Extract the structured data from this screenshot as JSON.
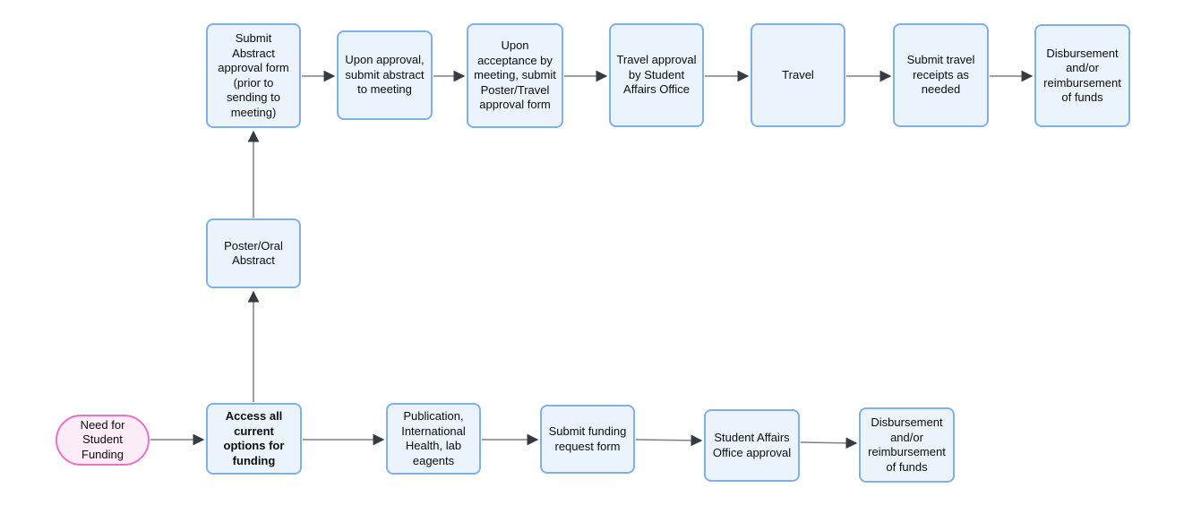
{
  "diagram": {
    "type": "flowchart",
    "colors": {
      "process_fill": "#ebf4fd",
      "process_border": "#7fb1e8",
      "terminator_fill": "#fcecf8",
      "terminator_border": "#ef6fc7",
      "edge_line": "#808080",
      "edge_arrowhead": "#343b43",
      "text": "#0d0d0d"
    },
    "nodes": {
      "need_funding": {
        "label": "Need for Student Funding",
        "shape": "terminator"
      },
      "access_options": {
        "label": "Access all current options for funding",
        "shape": "process",
        "emphasis": "bold"
      },
      "poster_oral": {
        "label": "Poster/Oral Abstract",
        "shape": "process"
      },
      "submit_abstract_form": {
        "label": "Submit Abstract approval form (prior to sending to meeting)",
        "shape": "process"
      },
      "upon_approval": {
        "label": "Upon approval, submit abstract to meeting",
        "shape": "process"
      },
      "upon_acceptance": {
        "label": "Upon acceptance by meeting, submit Poster/Travel approval form",
        "shape": "process"
      },
      "travel_approval": {
        "label": "Travel approval by Student Affairs Office",
        "shape": "process"
      },
      "travel": {
        "label": "Travel",
        "shape": "process"
      },
      "submit_receipts": {
        "label": "Submit travel receipts as needed",
        "shape": "process"
      },
      "disbursement_top": {
        "label": "Disbursement and/or reimbursement of funds",
        "shape": "process"
      },
      "publication": {
        "label": "Publication, International Health, lab eagents",
        "shape": "process"
      },
      "submit_funding_request": {
        "label": "Submit funding request form",
        "shape": "process"
      },
      "student_affairs_approval": {
        "label": "Student Affairs Office approval",
        "shape": "process"
      },
      "disbursement_bottom": {
        "label": "Disbursement and/or reimbursement of funds",
        "shape": "process"
      }
    },
    "edges": [
      {
        "from": "need_funding",
        "to": "access_options"
      },
      {
        "from": "access_options",
        "to": "poster_oral"
      },
      {
        "from": "poster_oral",
        "to": "submit_abstract_form"
      },
      {
        "from": "submit_abstract_form",
        "to": "upon_approval"
      },
      {
        "from": "upon_approval",
        "to": "upon_acceptance"
      },
      {
        "from": "upon_acceptance",
        "to": "travel_approval"
      },
      {
        "from": "travel_approval",
        "to": "travel"
      },
      {
        "from": "travel",
        "to": "submit_receipts"
      },
      {
        "from": "submit_receipts",
        "to": "disbursement_top"
      },
      {
        "from": "access_options",
        "to": "publication"
      },
      {
        "from": "publication",
        "to": "submit_funding_request"
      },
      {
        "from": "submit_funding_request",
        "to": "student_affairs_approval"
      },
      {
        "from": "student_affairs_approval",
        "to": "disbursement_bottom"
      }
    ]
  }
}
